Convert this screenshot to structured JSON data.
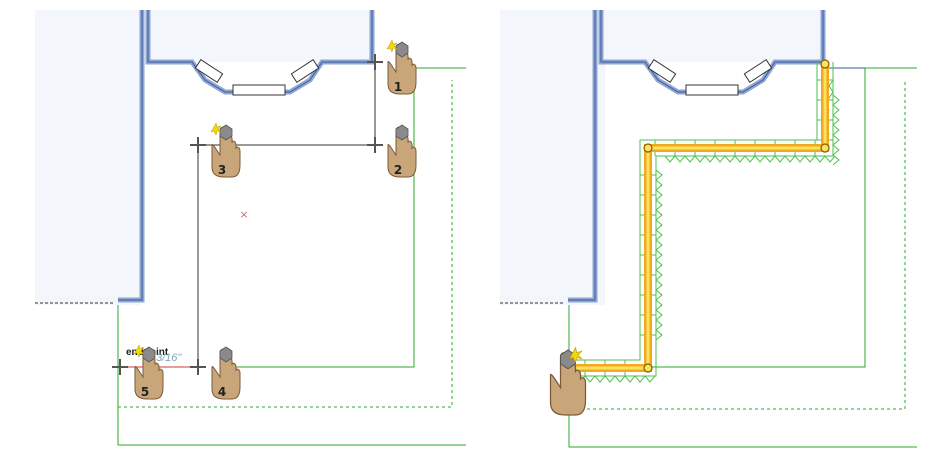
{
  "left_panel": {
    "clicks": [
      {
        "number": "1"
      },
      {
        "number": "2"
      },
      {
        "number": "3"
      },
      {
        "number": "4"
      },
      {
        "number": "5"
      }
    ],
    "snap_label": "endpoint",
    "dimension_text": "3/16\""
  },
  "right_panel": {},
  "colors": {
    "wall_blue": "#8fa6d1",
    "wall_dark": "#3a5ba8",
    "room_fill": "#f3f6fb",
    "guide_green": "#2ea82e",
    "path_orange": "#f5a623",
    "path_yellow": "#f8e45c",
    "hatch_green": "#4cc24c"
  },
  "icons": [
    "hand-pointer-icon",
    "crosshair-icon",
    "wall-opening-icon",
    "window-icon"
  ]
}
